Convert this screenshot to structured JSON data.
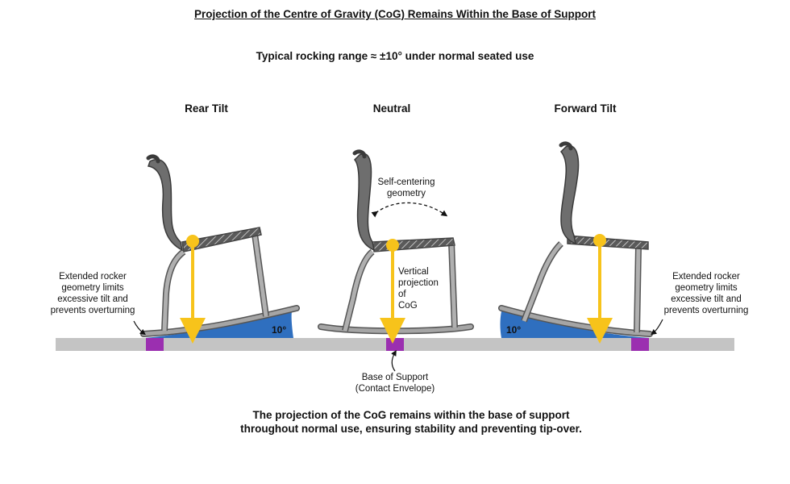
{
  "title": "Projection of the Centre of Gravity (CoG) Remains Within the Base of Support",
  "subtitle": "Typical rocking range ≈ ±10° under normal seated use",
  "panels": {
    "left": {
      "label": "Rear Tilt",
      "angle": "10°"
    },
    "center": {
      "label": "Neutral"
    },
    "right": {
      "label": "Forward Tilt",
      "angle": "10°"
    }
  },
  "notes": {
    "left": [
      "Extended rocker",
      "geometry limits",
      "excessive tilt and",
      "prevents overturning"
    ],
    "right": [
      "Extended rocker",
      "geometry limits",
      "excessive tilt and",
      "prevents overturning"
    ],
    "self_centering": [
      "Self-centering",
      "geometry"
    ],
    "vertical_projection": [
      "Vertical",
      "projection",
      "of",
      "CoG"
    ],
    "base_of_support": [
      "Base of Support",
      "(Contact Envelope)"
    ]
  },
  "footer": [
    "The projection of the CoG remains within the base of support",
    "throughout normal use, ensuring stability and preventing tip-over."
  ],
  "colors": {
    "ground": "#c4c4c4",
    "frame": "#8c8c8c",
    "seat_shell": "#6e6e6e",
    "cog_marker": "#f7c31b",
    "angle_wedge": "#2f6fbf",
    "support_block": "#9b2fb0"
  }
}
